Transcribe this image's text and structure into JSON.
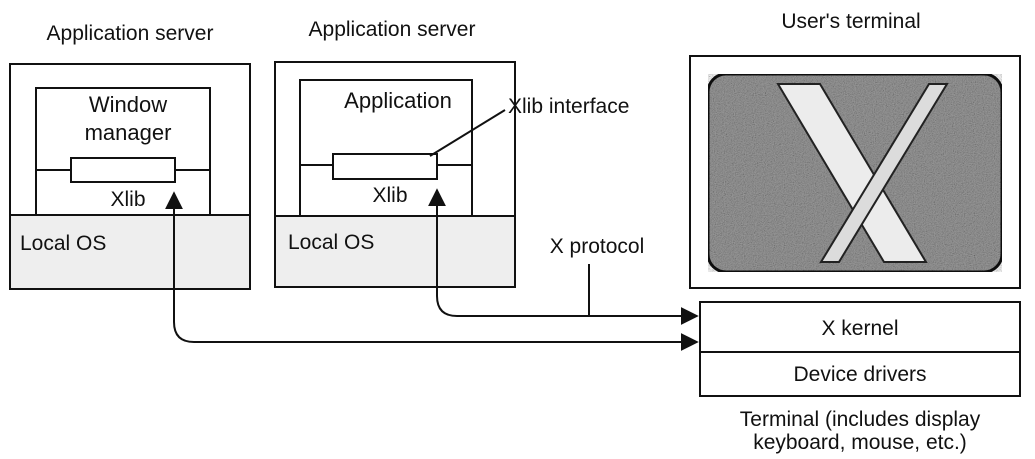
{
  "server1": {
    "title": "Application server",
    "app_label_line1": "Window",
    "app_label_line2": "manager",
    "xlib_label": "Xlib",
    "os_label": "Local OS"
  },
  "server2": {
    "title": "Application server",
    "app_label": "Application",
    "xlib_label": "Xlib",
    "os_label": "Local OS"
  },
  "annotations": {
    "xlib_interface": "Xlib interface",
    "x_protocol": "X protocol"
  },
  "terminal": {
    "title": "User's terminal",
    "kernel_label": "X kernel",
    "drivers_label": "Device drivers",
    "caption_line1": "Terminal (includes display",
    "caption_line2": "keyboard, mouse, etc.)",
    "screen_pattern": "grainy-gray",
    "logo": "x-logo"
  },
  "colors": {
    "ink": "#111111",
    "os_fill": "#eeeeee",
    "screen_fill": "#9a9a9a"
  }
}
